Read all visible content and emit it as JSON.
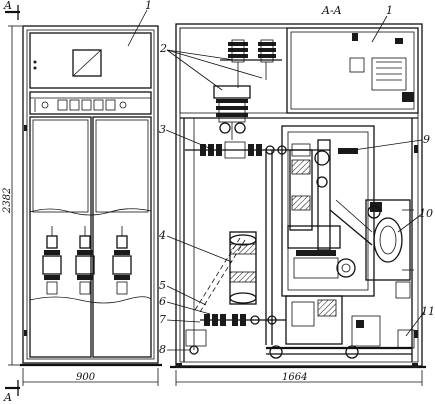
{
  "callouts": [
    "1",
    "2",
    "3",
    "4",
    "5",
    "6",
    "7",
    "8",
    "9",
    "10",
    "11",
    "1"
  ],
  "dimensions": {
    "width_front": "900",
    "height": "2382",
    "depth": "1664"
  },
  "section_marks": {
    "top_left": "A",
    "bottom_left": "A",
    "section_title": "A-A"
  }
}
